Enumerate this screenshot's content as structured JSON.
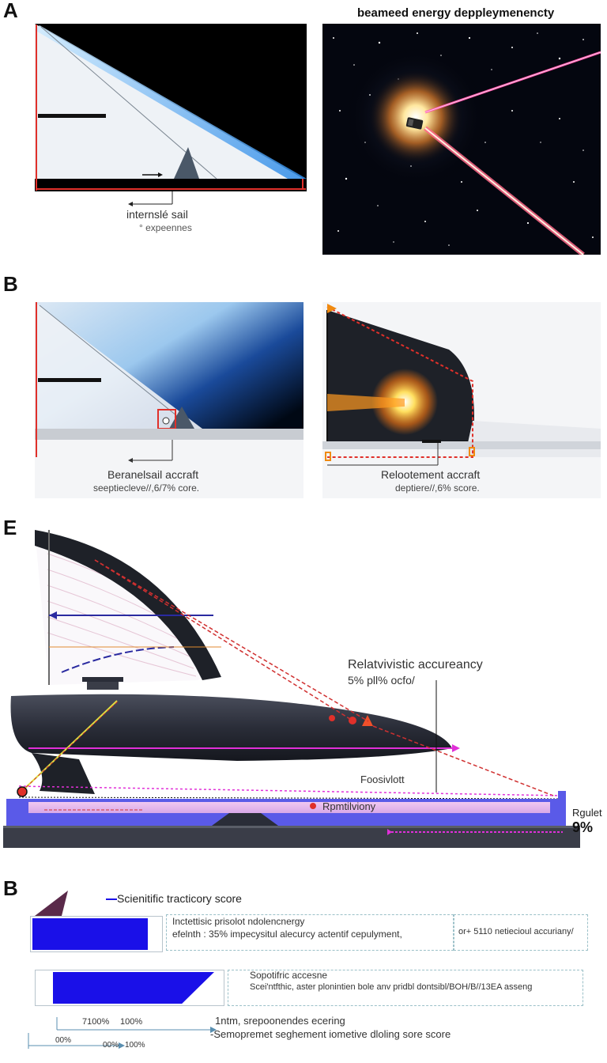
{
  "panel_a": {
    "letter": "A",
    "title_right": "beameed energy deppleymenencty",
    "caption_line1": "internslé sail",
    "caption_line2": "° expeennes"
  },
  "panel_b": {
    "letter": "B",
    "left_caption_line1": "Beranelsail accraft",
    "left_caption_line2": "seeptiecleve//,6/7% core.",
    "right_caption_line1": "Relootement accraft",
    "right_caption_line2": "deptiere//,6% score."
  },
  "panel_e": {
    "letter": "E",
    "annotation_title": "Relatvivistic accureancy",
    "annotation_sub": "5% pll% ocfo/",
    "label_foo": "Foosivlott",
    "label_deck": "Rpmtilviony",
    "right_label": "Rgulet",
    "right_value": "9%"
  },
  "panel_b2": {
    "letter": "B",
    "legend_label": "Scienitific tracticory score",
    "bar1_line1": "Inctettisic prisolot ndolencnergy",
    "bar1_line2": "efelnth : 35% impecysitul alecurcy actentif cepulyment,",
    "bar1_right": "or+ 5110 netiecioul accuriany/",
    "bar2_line1": "Sopotifric accesne",
    "bar2_line2": "Scei'ntfthic, aster plonintien bole anv pridbl dontsibl/BOH/B//13EA asseng",
    "axis1_ticks": [
      "7100%",
      "100%"
    ],
    "axis1_label": "1ntm, srepoonendes ecering",
    "axis2_ticks": [
      "00%",
      "00%",
      "100%"
    ],
    "axis2_label": "-Semopremet seghement iometive dloling sore score",
    "bar1_fill": 0.9,
    "bar2_fill": 0.85
  },
  "colors": {
    "accent_blue": "#1a10e8",
    "laser_pink": "#ff4fa8",
    "frame_red": "#e0302a",
    "guide_magenta": "#e030d8",
    "hull_dark": "#2a2d38"
  }
}
